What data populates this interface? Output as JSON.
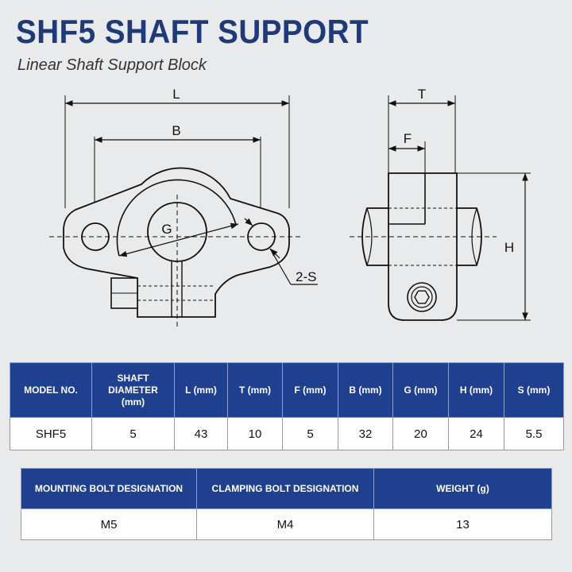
{
  "title": "SHF5 SHAFT SUPPORT",
  "subtitle": "Linear Shaft Support Block",
  "diagram": {
    "labels": {
      "L": "L",
      "B": "B",
      "G": "G",
      "S": "2-S",
      "T": "T",
      "F": "F",
      "H": "H"
    },
    "line_color": "#111111"
  },
  "spec_table": {
    "headers": [
      {
        "main": "MODEL NO.",
        "unit": ""
      },
      {
        "main": "SHAFT DIAMETER",
        "unit": "(mm)"
      },
      {
        "main": "L",
        "unit": "(mm)"
      },
      {
        "main": "T",
        "unit": "(mm)"
      },
      {
        "main": "F",
        "unit": "(mm)"
      },
      {
        "main": "B",
        "unit": "(mm)"
      },
      {
        "main": "G",
        "unit": "(mm)"
      },
      {
        "main": "H",
        "unit": "(mm)"
      },
      {
        "main": "S",
        "unit": "(mm)"
      }
    ],
    "row": [
      "SHF5",
      "5",
      "43",
      "10",
      "5",
      "32",
      "20",
      "24",
      "5.5"
    ]
  },
  "bolt_table": {
    "headers": [
      "MOUNTING BOLT DESIGNATION",
      "CLAMPING BOLT DESIGNATION",
      "WEIGHT (g)"
    ],
    "row": [
      "M5",
      "M4",
      "13"
    ]
  },
  "colors": {
    "title": "#1f3a78",
    "header_bg": "#1f3f8f",
    "background": "#e9eaec"
  }
}
